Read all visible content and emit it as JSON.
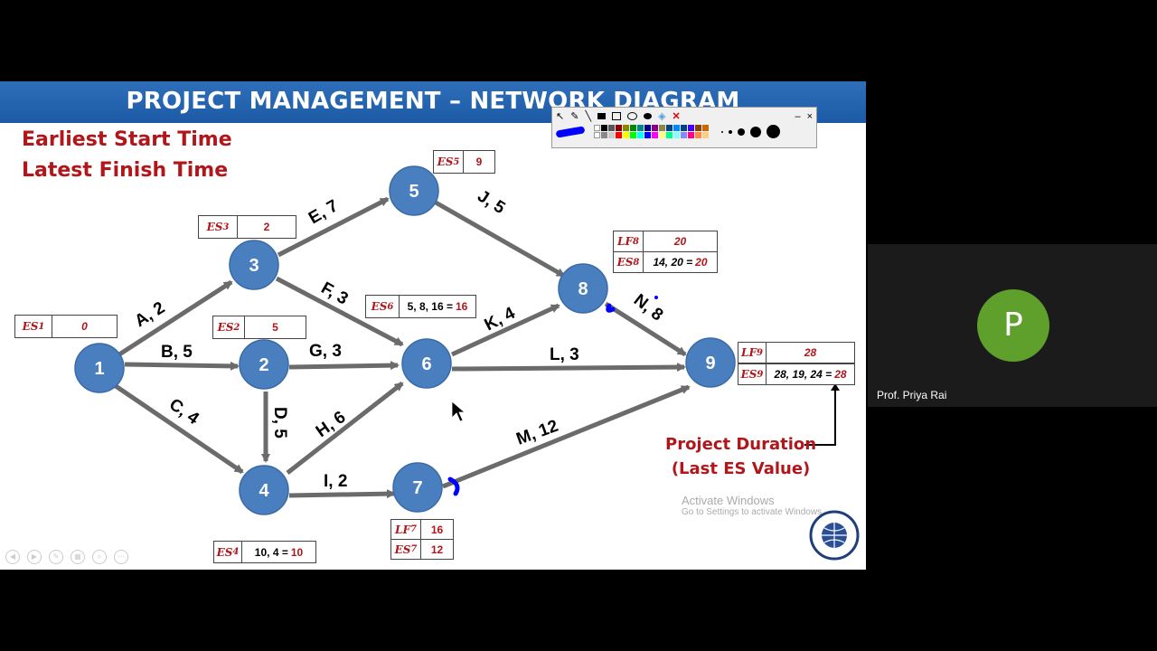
{
  "slide": {
    "title": "PROJECT MANAGEMENT – NETWORK DIAGRAM",
    "subtitle_line1": "Earliest Start Time",
    "subtitle_line2": "Latest Finish Time",
    "project_duration_line1": "Project Duration",
    "project_duration_line2": "(Last ES Value)",
    "watermark_line1": "Activate Windows",
    "watermark_line2": "Go to Settings to activate Windows."
  },
  "nodes": [
    "1",
    "2",
    "3",
    "4",
    "5",
    "6",
    "7",
    "8",
    "9"
  ],
  "activities": [
    {
      "label": "A, 2"
    },
    {
      "label": "B, 5"
    },
    {
      "label": "C, 4"
    },
    {
      "label": "D, 5"
    },
    {
      "label": "E, 7"
    },
    {
      "label": "F, 3"
    },
    {
      "label": "G, 3"
    },
    {
      "label": "H, 6"
    },
    {
      "label": "I, 2"
    },
    {
      "label": "J, 5"
    },
    {
      "label": "K, 4"
    },
    {
      "label": "L, 3"
    },
    {
      "label": "M, 12"
    },
    {
      "label": "N, 8"
    }
  ],
  "boxes": {
    "es1": {
      "label": "ES",
      "sub": "1",
      "value": "0"
    },
    "es2": {
      "label": "ES",
      "sub": "2",
      "value": "5"
    },
    "es3": {
      "label": "ES",
      "sub": "3",
      "value": "2"
    },
    "es4": {
      "label": "ES",
      "sub": "4",
      "calc": "10, 4 = ",
      "value": "10"
    },
    "es5": {
      "label": "ES",
      "sub": "5",
      "value": "9"
    },
    "es6": {
      "label": "ES",
      "sub": "6",
      "calc": "5, 8, 16 = ",
      "value": "16"
    },
    "lf7": {
      "label": "LF",
      "sub": "7",
      "value": "16"
    },
    "es7": {
      "label": "ES",
      "sub": "7",
      "value": "12"
    },
    "lf8": {
      "label": "LF",
      "sub": "8",
      "value": "20"
    },
    "es8": {
      "label": "ES",
      "sub": "8",
      "calc": "14, 20 = ",
      "value": "20"
    },
    "lf9": {
      "label": "LF",
      "sub": "9",
      "value": "28"
    },
    "es9": {
      "label": "ES",
      "sub": "9",
      "calc": "28, 19, 24 = ",
      "value": "28"
    }
  },
  "colors": {
    "node": "#4a7fbf",
    "arrow": "#6b6b6b",
    "accent_red": "#b0161a",
    "title_bar": "#2066b0",
    "ink": "#0000ff"
  },
  "meeting": {
    "presenter_name": "Prof. Priya Rai",
    "avatar_letter": "P"
  },
  "icons": [
    "pointer-icon",
    "pen-icon",
    "line-icon",
    "rectangle-icon",
    "ellipse-icon",
    "filled-ellipse-icon",
    "eraser-icon",
    "close-icon",
    "minimize-icon"
  ]
}
